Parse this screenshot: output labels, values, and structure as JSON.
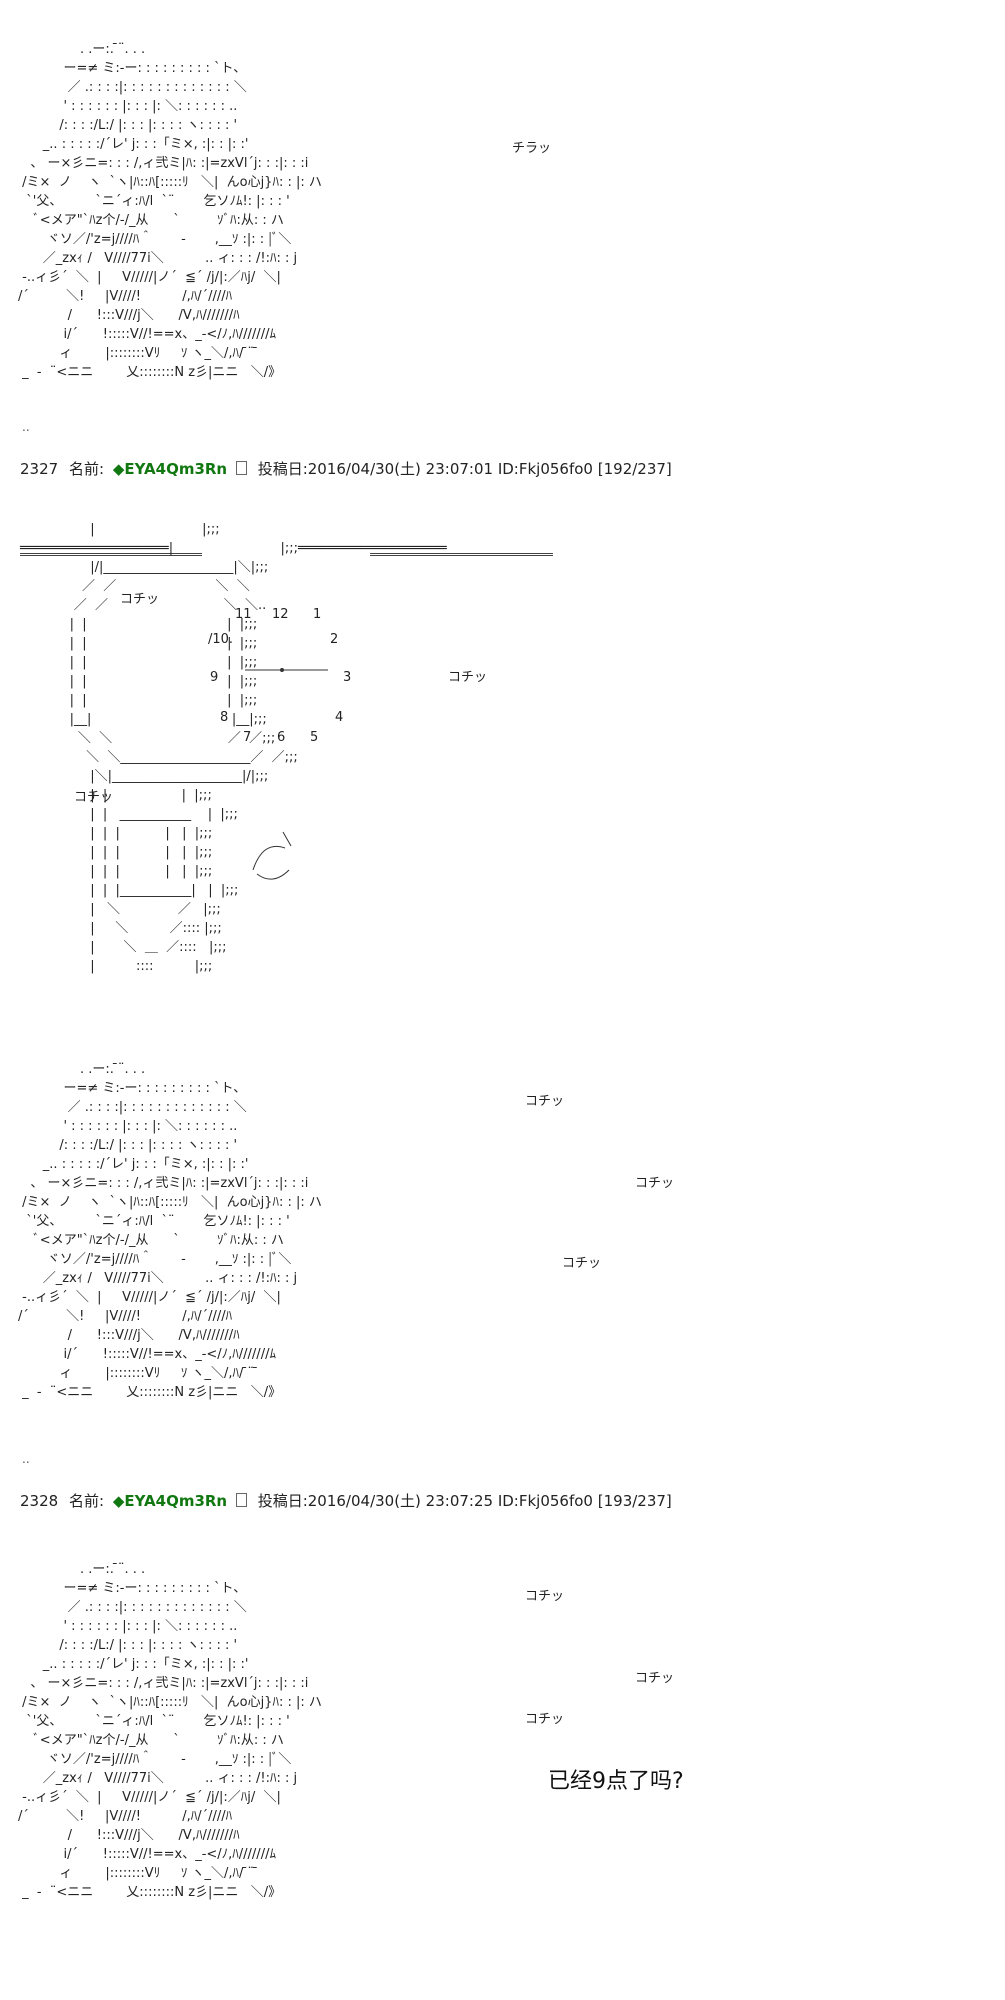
{
  "posts": [
    {
      "number": "2327",
      "name_label": "名前:",
      "trip": "◆EYA4Qm3Rn",
      "date_label": "投稿日:",
      "date": "2016/04/30(土) 23:07:01",
      "id_label": "ID:",
      "id": "Fkj056fo0",
      "count": "[192/237]"
    },
    {
      "number": "2328",
      "name_label": "名前:",
      "trip": "◆EYA4Qm3Rn",
      "date_label": "投稿日:",
      "date": "2016/04/30(土) 23:07:25",
      "id_label": "ID:",
      "id": "Fkj056fo0",
      "count": "[193/237]"
    }
  ],
  "sfx": {
    "chira": "チラッ",
    "kochi": "コチッ"
  },
  "caption": "已经9点了吗?",
  "ellipsis": "..",
  "clock": {
    "numbers": [
      "11",
      "12",
      "1",
      "/10.",
      "2",
      "9",
      "3",
      "8",
      "4",
      "7",
      "6",
      "5"
    ]
  },
  "aa": {
    "figure": "               . .ー:. ̄¨. . .\n           ー=≠ ミ:-ー: : : : : : : : : `ト、\n            ／ .: : : :|: : : : : : : : : : : : : ＼\n           ' : : : : : : |: : : |: ＼: : : : : : ..\n          /: : : :/L:/ |: : : |: : : : ヽ: : : : '\n      _.. : : : : :/´レ' j: : :「ミ×, :|: : |: :'\n   、 ー×彡ニ=: : : /,ィ弐ミ|ﾊ: :|=zxVl´j: : :|: : :i\n /ミ×  ノ    ヽ  `ヽ|ﾊ::ﾊ[:::::ﾘ   ＼|  んo心j}ﾊ: : |: ハ\n  `'父、        `ニ´ィ:ﾊ/l  `¨       乞ソﾉﾑ!: |: : : '\n    ﾞ<メア\"`ﾊz个/-/_从      `         ｿﾞﾊ:从: : ハ\n       ヾソ／/'z=j////ﾊ＾       -       ,__ｿ :|: : |ﾞ＼\n      ／_zxｨ /   V////77i＼          .. ィ: : : /!:ﾊ: : j\n -..ィ彡´  ＼  |     V/////|ノ´  ≦´ /j/|:／ﾊj/  ＼|\n/´         ＼!     |V////!          /,ﾊ/´////ﾊ\n            /      !:::V///j＼      /V,ﾊ///////ﾊ\n           i/´      !:::::V//!==x、_-</ﾉ,ﾊ///////ﾑ\n          ィ        |::::::::Vﾘ     ｿ ヽ_＼/,ﾊ/ ̄¨ ̄\n _  -  ¨<ニニ        乂::::::::N z彡|ニニ   ＼/》",
    "clock": "                 |                          |;;;\n═══════════════════|                          |;;;═══════════════════\n                 |/|____________________|＼|;;;\n               ／  ／                        ＼  ＼\n             ／  ／                            ＼  ＼..\n            |  |                                  |  |;;;\n            |  |                                  |  |;;;\n            |  |                                  |  |;;;\n            |  |                                  |  |;;;\n            |  |                                  |  |;;;\n            |__|                                  |__|;;;\n              ＼  ＼                            ／  ／;;;\n                ＼  ＼____________________／  ／;;;\n                 |＼|____________________|/|;;;\n                 |  |                  |  |;;;\n                 |  |   ___________    |  |;;;\n                 |  |  |           |   |  |;;;\n                 |  |  |           |   |  |;;;\n                 |  |  |           |   |  |;;;\n                 |  |  |___________|   |  |;;;\n                 |   ＼              ／   |;;;\n                 |     ＼          ／:::: |;;;\n                 |       ＼  ＿  ／::::   |;;;\n                 |          ::::          |;;;"
  }
}
